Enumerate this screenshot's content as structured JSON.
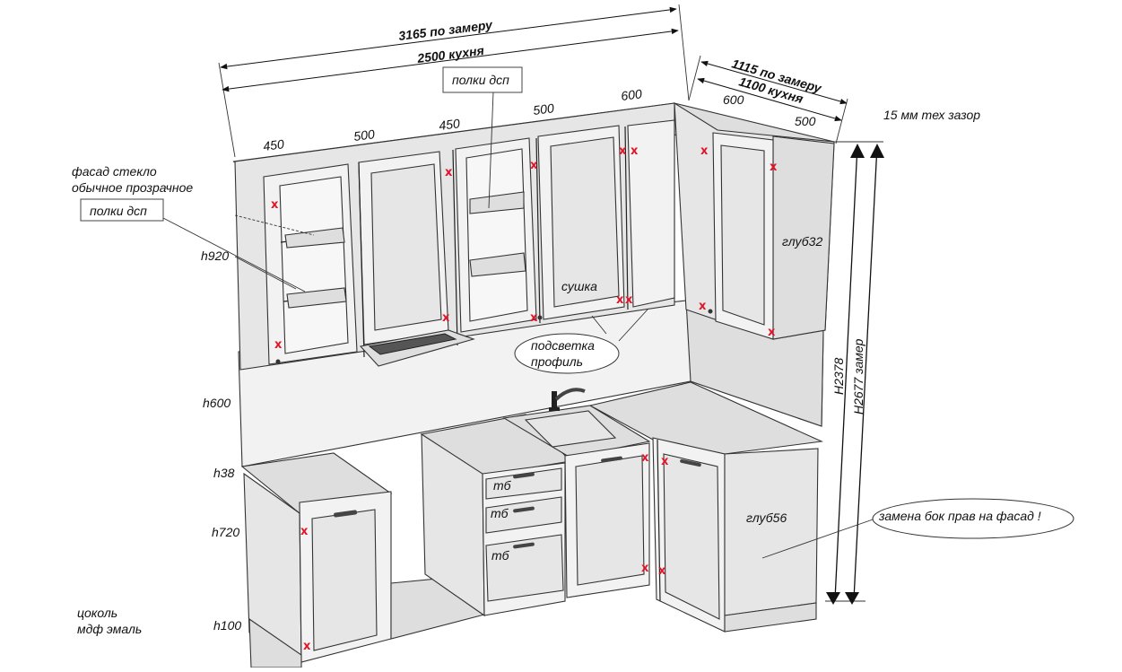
{
  "dimensions": {
    "total_measured": "3165 по замеру",
    "kitchen_length": "2500 кухня",
    "side_measured": "1115 по замеру",
    "side_kitchen": "1100 кухня",
    "tech_gap": "15 мм тех зазор",
    "height_2378": "H2378",
    "height_2677": "H2677 замер"
  },
  "upper_widths": [
    "450",
    "500",
    "450",
    "500",
    "600",
    "600",
    "500"
  ],
  "labels": {
    "facade_glass_line1": "фасад стекло",
    "facade_glass_line2": "обычное прозрачное",
    "shelves_left": "полки дсп",
    "shelves_top": "полки дсп",
    "drying": "сушка",
    "lighting_line1": "подсветка",
    "lighting_line2": "профиль",
    "depth_upper": "глуб32",
    "depth_lower": "глуб56",
    "replace_side": "замена бок прав на фасад !",
    "plinth_line1": "цоколь",
    "plinth_line2": "мдф эмаль"
  },
  "heights": {
    "h920": "h920",
    "h600": "h600",
    "h38": "h38",
    "h720": "h720",
    "h100": "h100"
  },
  "drawers": [
    "тб",
    "тб",
    "тб"
  ],
  "marks": {
    "x": "x"
  }
}
